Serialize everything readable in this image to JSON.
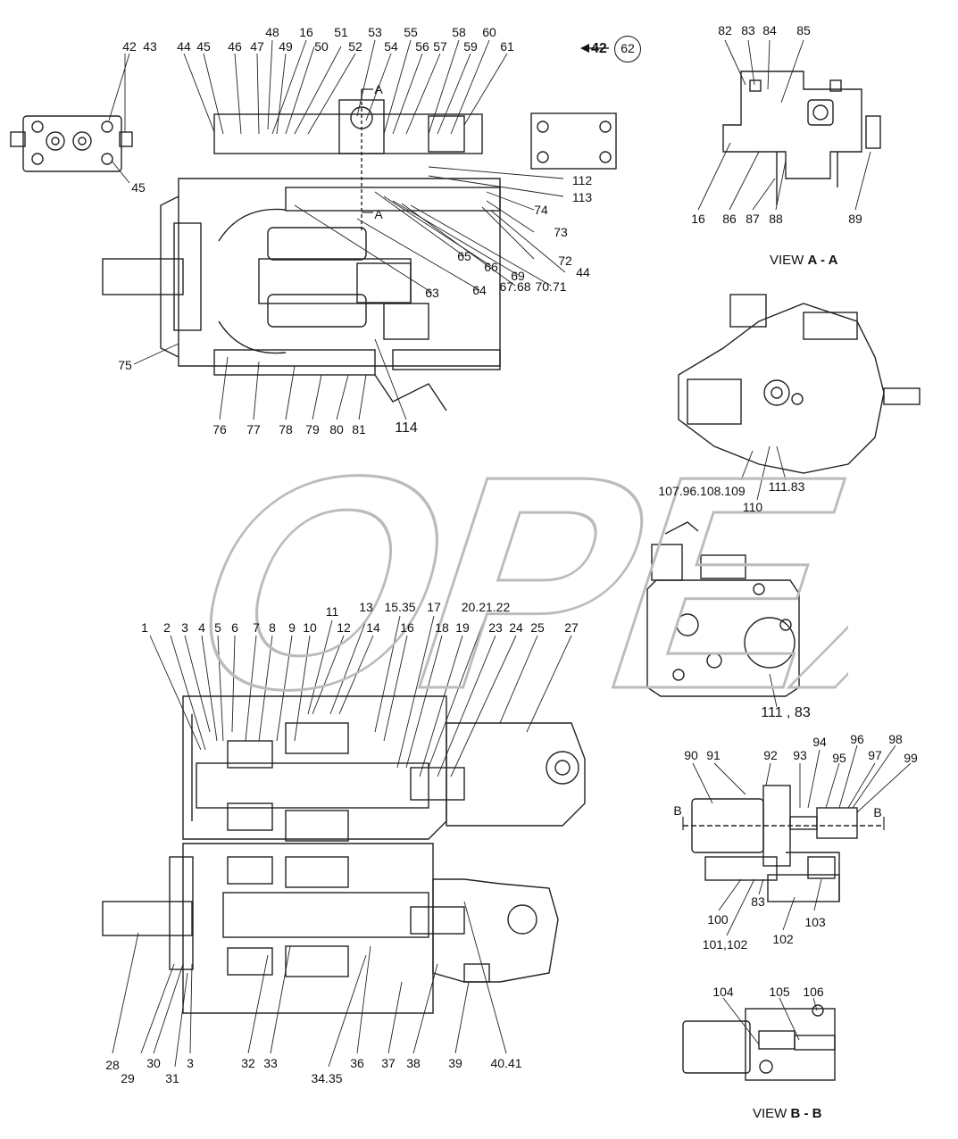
{
  "watermark": "OPEX",
  "view_a": {
    "prefix": "VIEW",
    "letter": "A - A"
  },
  "view_b": {
    "prefix": "VIEW",
    "letter": "B - B"
  },
  "ref": {
    "from": "42",
    "to": "62"
  },
  "section_marks": {
    "a_top": "A",
    "a_bottom": "A",
    "b_left": "B",
    "b_right": "B"
  },
  "callouts": [
    "42",
    "43",
    "44",
    "45",
    "46",
    "47",
    "48",
    "16",
    "49",
    "50",
    "51",
    "52",
    "53",
    "54",
    "55",
    "56",
    "57",
    "58",
    "59",
    "60",
    "61",
    "45",
    "112",
    "113",
    "74",
    "73",
    "72",
    "44",
    "65",
    "66",
    "69",
    "67.68",
    "70.71",
    "63",
    "64",
    "75",
    "76",
    "77",
    "78",
    "79",
    "80",
    "81",
    "114",
    "82",
    "83",
    "84",
    "85",
    "16",
    "86",
    "87",
    "88",
    "89",
    "107.96.108.109",
    "110",
    "111.83",
    "111 , 83",
    "1",
    "2",
    "3",
    "4",
    "5",
    "6",
    "7",
    "8",
    "9",
    "10",
    "11",
    "12",
    "13",
    "14",
    "15.35",
    "16",
    "17",
    "18",
    "19",
    "20.21.22",
    "23",
    "24",
    "25",
    "27",
    "28",
    "29",
    "30",
    "31",
    "3",
    "32",
    "33",
    "34.35",
    "36",
    "37",
    "38",
    "39",
    "40.41",
    "90",
    "91",
    "92",
    "93",
    "94",
    "95",
    "96",
    "97",
    "98",
    "99",
    "100",
    "101,102",
    "83",
    "102",
    "103",
    "104",
    "105",
    "106"
  ]
}
